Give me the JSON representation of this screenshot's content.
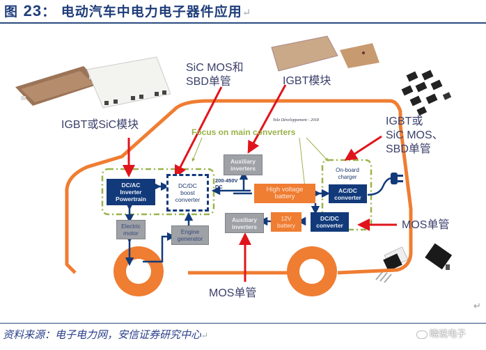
{
  "figure": {
    "label": "图",
    "number": "23",
    "colon": "：",
    "title": "电动汽车中电力电子器件应用",
    "return_mark": "↵"
  },
  "source": {
    "text": "资料来源：电子电力网，安信证券研究中心",
    "return_mark": "↵"
  },
  "watermark": "晓说电子",
  "edge_return_mark": "↵",
  "callouts": {
    "igbt_or_sic_module": "IGBT或SiC模块",
    "sic_mos_sbd_line1": "SiC MOS和",
    "sic_mos_sbd_line2": "SBD单管",
    "igbt_module": "IGBT模块",
    "igbt_sic_line1": "IGBT或",
    "igbt_sic_line2": "SiC MOS、",
    "igbt_sic_line3": "SBD单管",
    "mos_right": "MOS单管",
    "mos_bottom": "MOS单管"
  },
  "diagram": {
    "credit": "Yole Développement - 2018",
    "focus_label": "Focus on main converters",
    "voltage_line1": "200-450V",
    "voltage_line2": "DC",
    "blocks": {
      "dcac": [
        "DC/AC",
        "Inverter",
        "Powertrain"
      ],
      "dcdc_boost": [
        "DC/DC",
        "boost",
        "converter"
      ],
      "aux_top": [
        "Auxiliary",
        "inverters"
      ],
      "hv_battery": [
        "High voltage",
        "battery"
      ],
      "onboard_charger": [
        "On-board",
        "charger"
      ],
      "acdc": [
        "AC/DC",
        "converter"
      ],
      "dcdc": [
        "DC/DC",
        "converter"
      ],
      "battery_12v": [
        "12V",
        "battery"
      ],
      "aux_bottom": [
        "Auxiliary",
        "inverters"
      ],
      "electric_motor": [
        "Electric",
        "motor"
      ],
      "engine_generator": [
        "Engine",
        "generator"
      ]
    }
  },
  "colors": {
    "title_blue": "#1f3d7a",
    "car_outline_orange": "#ef7d32",
    "navy_block": "#123a7a",
    "grey_block": "#9ea1a6",
    "callout_red": "#e0141c",
    "focus_green": "#9ab34a"
  }
}
